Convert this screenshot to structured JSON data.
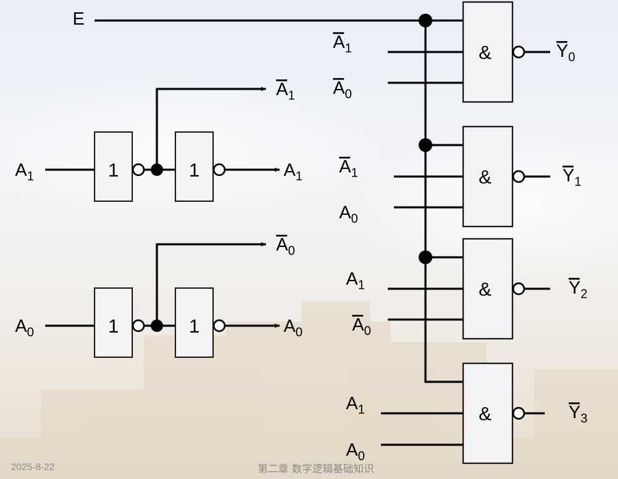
{
  "diagram": {
    "title": "2-to-4 line decoder (74LS139 style) logic diagram",
    "enable_label": "E",
    "inputs": [
      {
        "name": "A",
        "sub": "1",
        "inverter_symbol": "1",
        "outputs": [
          {
            "name": "A",
            "sub": "1",
            "bar": true
          },
          {
            "name": "A",
            "sub": "1",
            "bar": false
          }
        ]
      },
      {
        "name": "A",
        "sub": "0",
        "inverter_symbol": "1",
        "outputs": [
          {
            "name": "A",
            "sub": "0",
            "bar": true
          },
          {
            "name": "A",
            "sub": "0",
            "bar": false
          }
        ]
      }
    ],
    "gates": [
      {
        "symbol": "&",
        "inputs": [
          {
            "name": "A",
            "sub": "1",
            "bar": true
          },
          {
            "name": "A",
            "sub": "0",
            "bar": true
          }
        ],
        "output": {
          "name": "Y",
          "sub": "0",
          "bar": true
        }
      },
      {
        "symbol": "&",
        "inputs": [
          {
            "name": "A",
            "sub": "1",
            "bar": true
          },
          {
            "name": "A",
            "sub": "0",
            "bar": false
          }
        ],
        "output": {
          "name": "Y",
          "sub": "1",
          "bar": true
        }
      },
      {
        "symbol": "&",
        "inputs": [
          {
            "name": "A",
            "sub": "1",
            "bar": false
          },
          {
            "name": "A",
            "sub": "0",
            "bar": true
          }
        ],
        "output": {
          "name": "Y",
          "sub": "2",
          "bar": true
        }
      },
      {
        "symbol": "&",
        "inputs": [
          {
            "name": "A",
            "sub": "1",
            "bar": false
          },
          {
            "name": "A",
            "sub": "0",
            "bar": false
          }
        ],
        "output": {
          "name": "Y",
          "sub": "3",
          "bar": true
        }
      }
    ]
  },
  "footer": {
    "date": "2025-8-22",
    "chapter": "第二章 数字逻辑基础知识"
  }
}
